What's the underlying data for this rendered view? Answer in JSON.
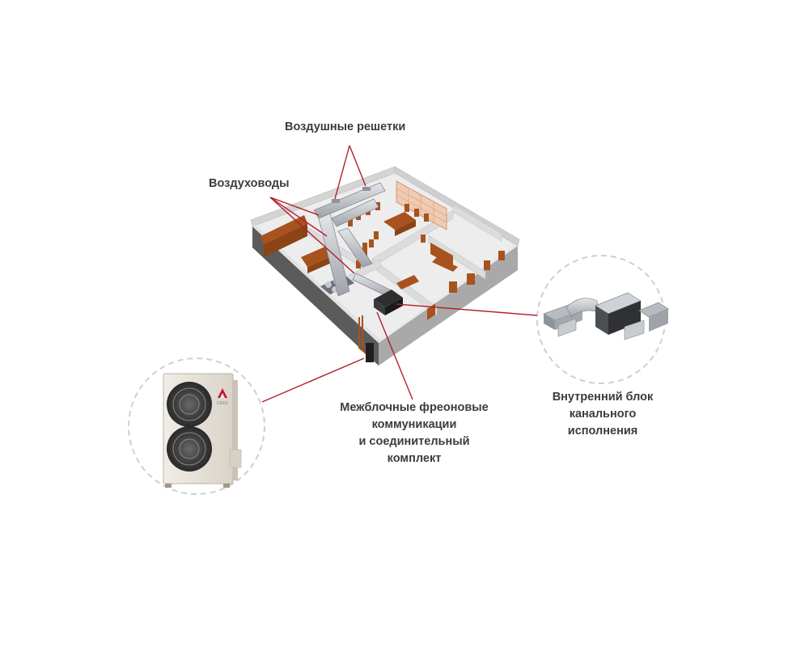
{
  "labels": {
    "grilles": "Воздушные решетки",
    "ducts": "Воздуховоды",
    "piping": [
      "Межблочные фреоновые",
      "коммуникации",
      "и соединительный",
      "комплект"
    ],
    "indoor_unit": [
      "Внутренний блок",
      "канального",
      "исполнения"
    ]
  },
  "outdoor_unit_brand": "GREE",
  "colors": {
    "leader_line": "#b21e2a",
    "callout_circle": "#cfcfcf",
    "wall": "#d9d9d9",
    "wall_side": "#5e5e5e",
    "floor": "#efefef",
    "furniture": "#a8521e",
    "duct": "#c3c7cc",
    "brand_logo": "#c8102e"
  }
}
